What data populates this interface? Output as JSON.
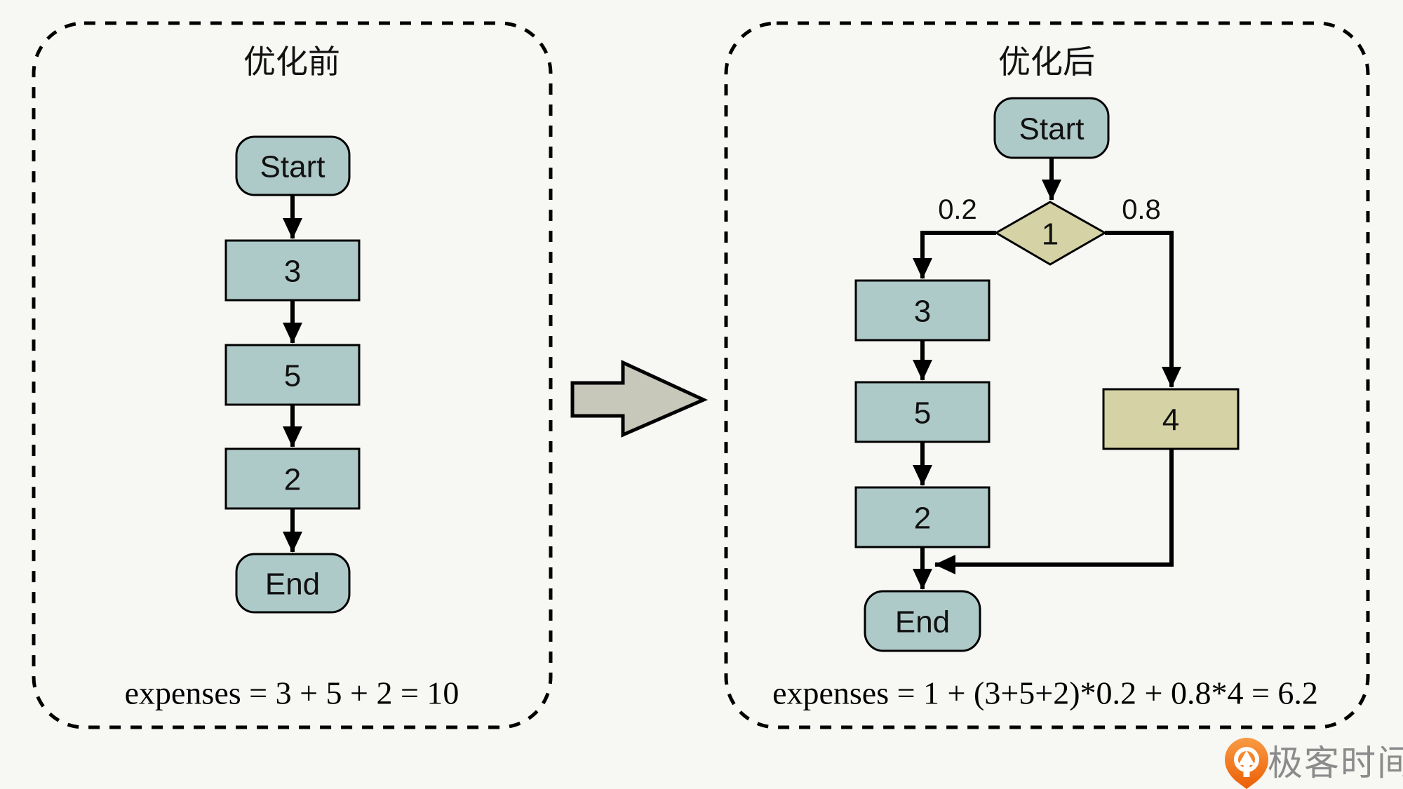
{
  "colors": {
    "background": "#f7f7f4",
    "node_teal": "#aecac8",
    "node_khaki": "#d5d3a5",
    "big_arrow_fill": "#c7c7ba",
    "line_black": "#000000",
    "logo_orange": "#f3731d",
    "logo_orange_dark": "#e85f07",
    "logo_text_gray": "#8b8b8b"
  },
  "left_panel": {
    "title": "优化前",
    "start_label": "Start",
    "steps": [
      "3",
      "5",
      "2"
    ],
    "end_label": "End",
    "formula": "expenses = 3 + 5 + 2 = 10"
  },
  "right_panel": {
    "title": "优化后",
    "start_label": "Start",
    "decision_label": "1",
    "branch_left_probability": "0.2",
    "branch_right_probability": "0.8",
    "steps": [
      "3",
      "5",
      "2"
    ],
    "branch_box_label": "4",
    "end_label": "End",
    "formula": "expenses = 1 + (3+5+2)*0.2 + 0.8*4 = 6.2"
  },
  "logo": {
    "text": "极客时间"
  }
}
